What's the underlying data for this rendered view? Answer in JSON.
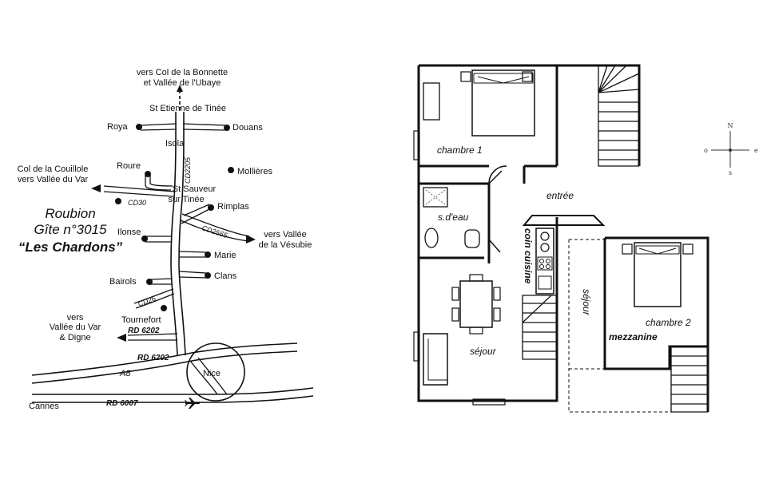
{
  "map": {
    "title_line1": "Roubion",
    "title_line2": "Gîte n°3015",
    "title_line3": "“Les Chardons”",
    "places": {
      "bonnette_1": "vers Col de la Bonnette",
      "bonnette_2": "et Vallée de l'Ubaye",
      "st_etienne": "St Etienne de Tinée",
      "roya": "Roya",
      "douans": "Douans",
      "isola": "Isola",
      "roure": "Roure",
      "mollieres": "Mollières",
      "couillole_1": "Col de la Couillole",
      "couillole_2": "vers Vallée du Var",
      "st_sauveur_1": "St Sauveur",
      "st_sauveur_2": "sur Tinée",
      "rimplas": "Rimplas",
      "vesubie_1": "vers Vallée",
      "vesubie_2": "de la Vésubie",
      "ilonse": "Ilonse",
      "marie": "Marie",
      "clans": "Clans",
      "bairols": "Bairols",
      "tournefort": "Tournefort",
      "var_digne_1": "vers",
      "var_digne_2": "Vallée du Var",
      "var_digne_3": "& Digne",
      "nice": "Nice",
      "cannes": "Cannes"
    },
    "roads": {
      "cd2205": "CD2205",
      "cd30": "CD30",
      "cd2565": "CD2565",
      "cd26": "CD26",
      "rd6202_a": "RD 6202",
      "rd6202_b": "RD 6202",
      "a8": "A8",
      "rd6007": "RD 6007"
    },
    "icons": {
      "airport": "airplane-icon"
    }
  },
  "plan": {
    "rooms": {
      "chambre1": "chambre 1",
      "entree": "entrée",
      "sdeau": "s.d'eau",
      "coin_cuisine": "coin cuisine",
      "sejour": "séjour",
      "sejour_void": "séjour",
      "chambre2": "chambre 2",
      "mezzanine": "mezzanine"
    },
    "compass": {
      "n": "N",
      "s": "s",
      "e": "e",
      "o": "o"
    }
  },
  "colors": {
    "ink": "#111111",
    "paper": "#ffffff"
  }
}
